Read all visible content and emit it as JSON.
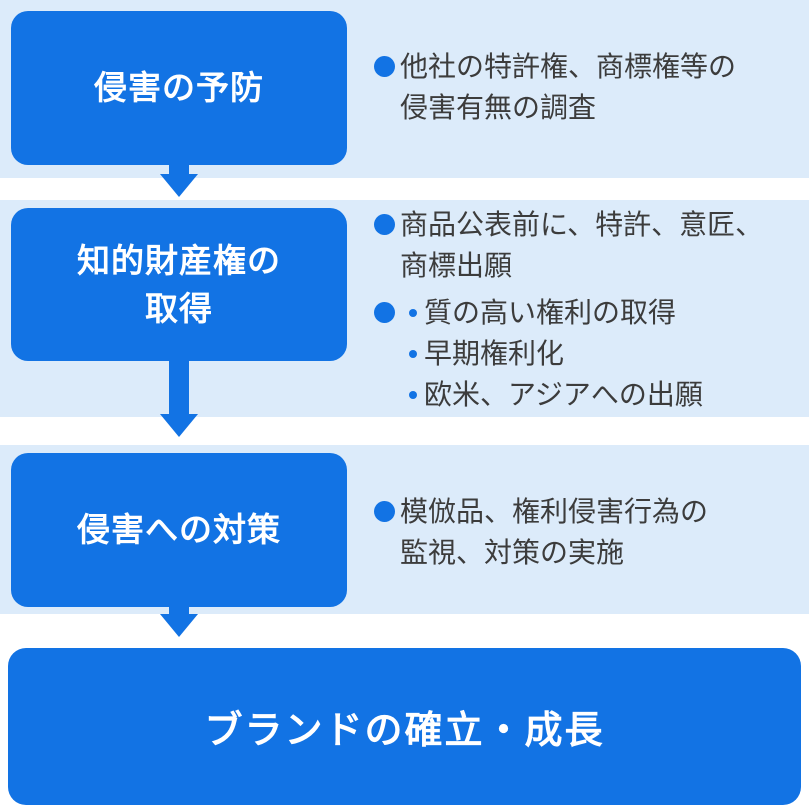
{
  "palette": {
    "accent_blue": "#1273e4",
    "band_light_blue": "#dcebfa",
    "note_text": "#3c3c3c",
    "box_text": "#ffffff"
  },
  "rows": [
    {
      "title_lines": [
        "侵害の予防"
      ],
      "items": [
        {
          "lines": [
            "他社の特許権、商標権等の",
            "侵害有無の調査"
          ]
        }
      ]
    },
    {
      "title_lines": [
        "知的財産権の",
        "取得"
      ],
      "items": [
        {
          "lines": [
            "商品公表前に、特許、意匠、",
            "商標出願"
          ]
        },
        {
          "sub_lines": [
            "質の高い権利の取得",
            "早期権利化",
            "欧米、アジアへの出願"
          ]
        }
      ]
    },
    {
      "title_lines": [
        "侵害への対策"
      ],
      "items": [
        {
          "lines": [
            "模倣品、権利侵害行為の",
            "監視、対策の実施"
          ]
        }
      ]
    }
  ],
  "footer": {
    "title": "ブランドの確立・成長"
  }
}
